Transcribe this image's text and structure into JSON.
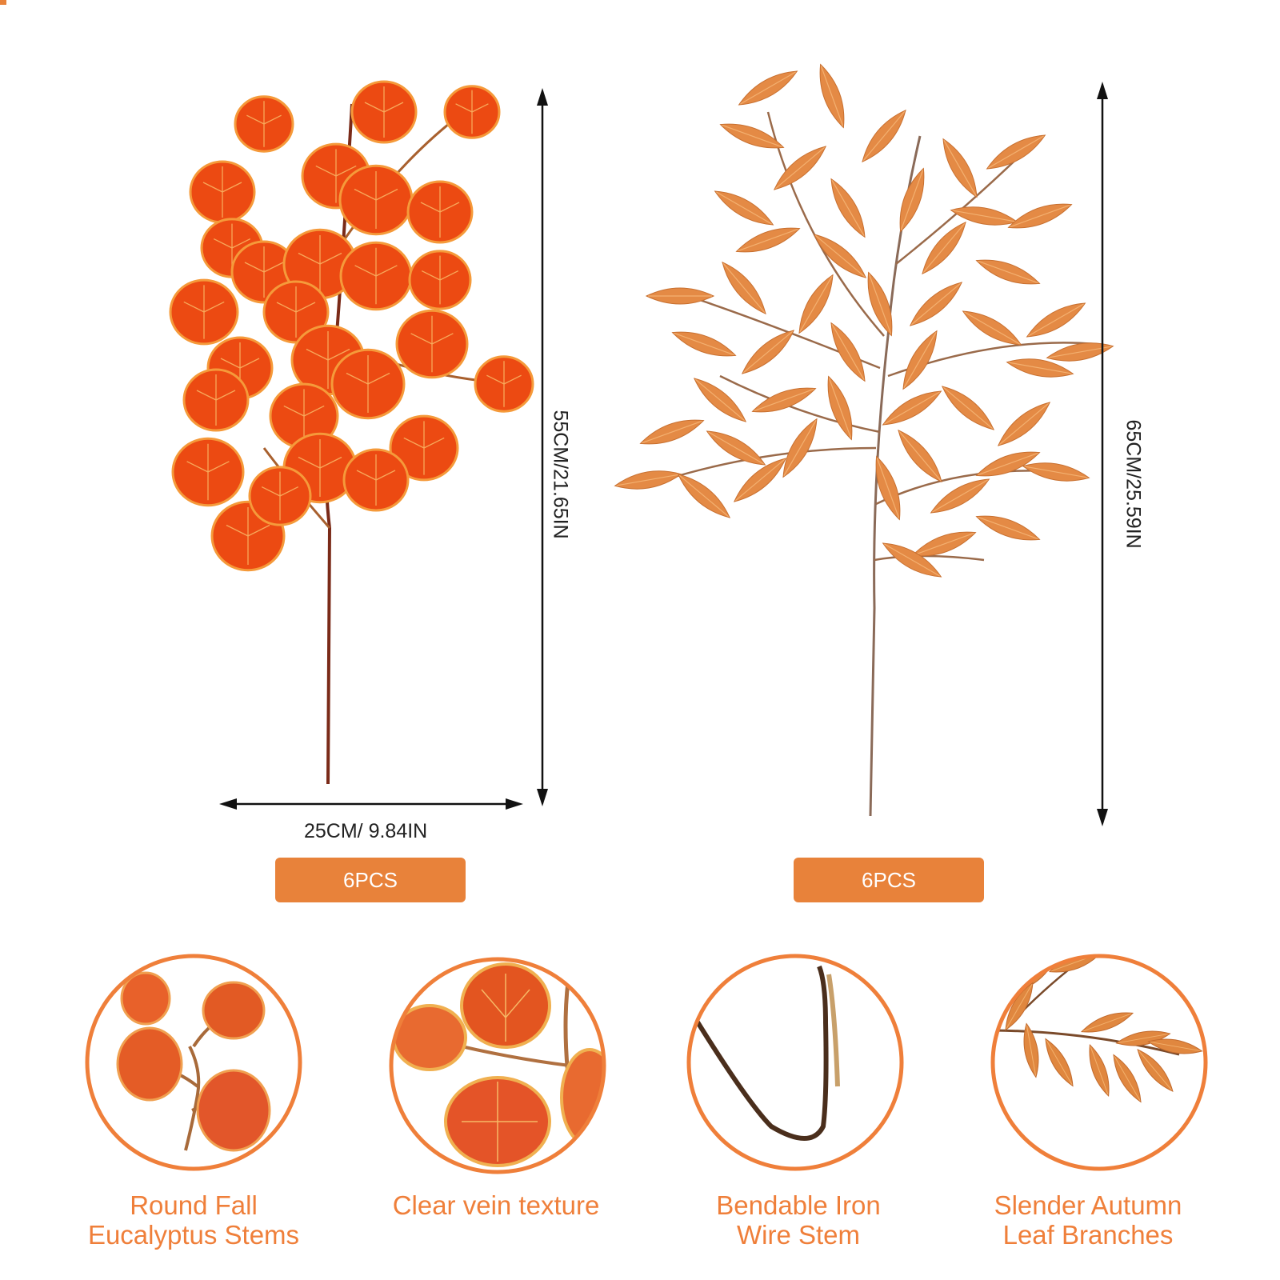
{
  "colors": {
    "accent": "#e8823a",
    "label_text": "#ef7f3a",
    "round_leaf": "#ec4a12",
    "slender_leaf": "#e48a45"
  },
  "products": [
    {
      "name": "round-eucalyptus-stem",
      "height_label": "55CM/21.65IN",
      "width_label": "25CM/ 9.84IN",
      "quantity_badge": "6PCS"
    },
    {
      "name": "slender-leaf-stem",
      "height_label": "65CM/25.59IN",
      "quantity_badge": "6PCS"
    }
  ],
  "features": [
    {
      "label": "Round Fall\nEucalyptus Stems",
      "icon": "round-leaf-icon"
    },
    {
      "label": "Clear vein texture",
      "icon": "vein-texture-icon"
    },
    {
      "label": "Bendable Iron\nWire Stem",
      "icon": "wire-stem-icon"
    },
    {
      "label": "Slender Autumn\nLeaf Branches",
      "icon": "slender-leaf-icon"
    }
  ]
}
